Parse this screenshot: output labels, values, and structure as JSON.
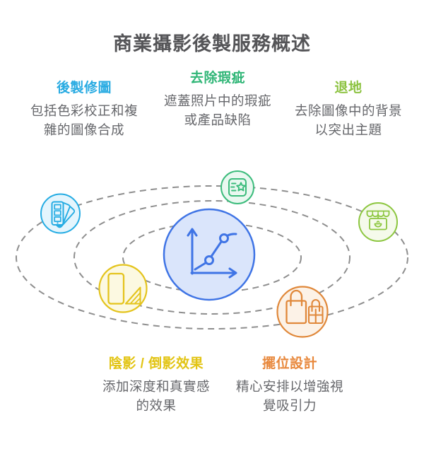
{
  "title": "商業攝影後製服務概述",
  "palette": {
    "title_text": "#545457",
    "body_text": "#66676B",
    "cyan": "#29ABE2",
    "green": "#30B677",
    "lime": "#8CC240",
    "yellow": "#E2C413",
    "orange": "#E8883C",
    "center_blue": "#3F74E5",
    "center_fill": "#DAE5FB",
    "orbit_gray": "#8E8E8E"
  },
  "features": {
    "retouch": {
      "heading": "後製修圖",
      "desc": [
        "包括色彩校正和複",
        "雜的圖像合成"
      ],
      "color": "#29ABE2",
      "icon": "color-swatches"
    },
    "blemish": {
      "heading": "去除瑕疵",
      "desc": [
        "遮蓋照片中的瑕疵",
        "或產品缺陷"
      ],
      "color": "#30B677",
      "icon": "quick-retouch"
    },
    "background_removal": {
      "heading": "退地",
      "desc": [
        "去除圖像中的背景",
        "以突出主題"
      ],
      "color": "#8CC240",
      "icon": "storefront"
    },
    "shadow": {
      "heading": "陰影 / 倒影效果",
      "desc": [
        "添加深度和真實感",
        "的效果"
      ],
      "color": "#E2C413",
      "icon": "page-shadow"
    },
    "placement": {
      "heading": "擺位設計",
      "desc": [
        "精心安排以增強視",
        "覺吸引力"
      ],
      "color": "#E8883C",
      "icon": "shopping-bags"
    }
  },
  "diagram": {
    "type": "orbital",
    "orbit_rings": 3,
    "ring_color": "#8E8E8E",
    "center_icon": "growth-chart",
    "satellite_icons": [
      "color-swatches",
      "quick-retouch",
      "storefront",
      "shopping-bags",
      "page-shadow"
    ]
  }
}
